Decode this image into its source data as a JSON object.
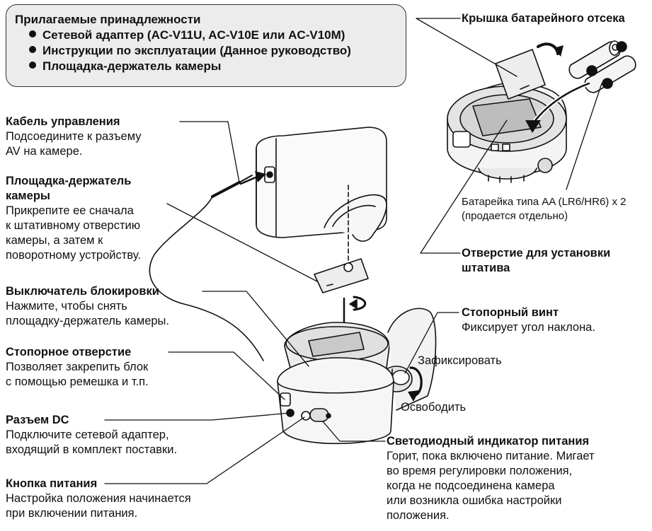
{
  "accessories": {
    "title": "Прилагаемые принадлежности",
    "items": [
      "Сетевой адаптер (AC-V11U, AC-V10E или AC-V10M)",
      "Инструкции по эксплуатации (Данное руководство)",
      "Площадка-держатель камеры"
    ]
  },
  "labels": {
    "cable": {
      "title": "Кабель управления",
      "lines": [
        "Подсоедините к разъему",
        "AV на камере."
      ]
    },
    "plate": {
      "title_lines": [
        "Площадка-держатель",
        "камеры"
      ],
      "lines": [
        "Прикрепите ее сначала",
        "к штативному отверстию",
        "камеры, а затем к",
        "поворотному устройству."
      ]
    },
    "lock_switch": {
      "title": "Выключатель блокировки",
      "lines": [
        "Нажмите, чтобы снять",
        "площадку-держатель камеры."
      ]
    },
    "strap_hole": {
      "title": "Стопорное отверстие",
      "lines": [
        "Позволяет закрепить блок",
        "с помощью ремешка и т.п."
      ]
    },
    "dc_jack": {
      "title": "Разъем DC",
      "lines": [
        "Подключите сетевой адаптер,",
        "входящий в комплект поставки."
      ]
    },
    "power_button": {
      "title": "Кнопка питания",
      "lines": [
        "Настройка положения начинается",
        "при включении питания."
      ]
    },
    "battery_cover": {
      "title": "Крышка батарейного отсека"
    },
    "battery": {
      "lines": [
        "Батарейка типа AA (LR6/HR6) x 2",
        "(продается отдельно)"
      ]
    },
    "tripod_hole": {
      "title_lines": [
        "Отверстие для установки",
        "штатива"
      ]
    },
    "stop_screw": {
      "title": "Стопорный винт",
      "lines": [
        "Фиксирует угол наклона."
      ]
    },
    "lock_text": "Зафиксировать",
    "release_text": "Освободить",
    "power_led": {
      "title": "Светодиодный индикатор питания",
      "lines": [
        "Горит, пока включено питание. Мигает",
        "во время регулировки положения,",
        "когда не подсоединена камера",
        "или возникла ошибка настройки",
        "положения."
      ]
    }
  },
  "colors": {
    "callout_box": "#ececec",
    "line": "#111111",
    "device_gray": "#cfcfcf"
  }
}
